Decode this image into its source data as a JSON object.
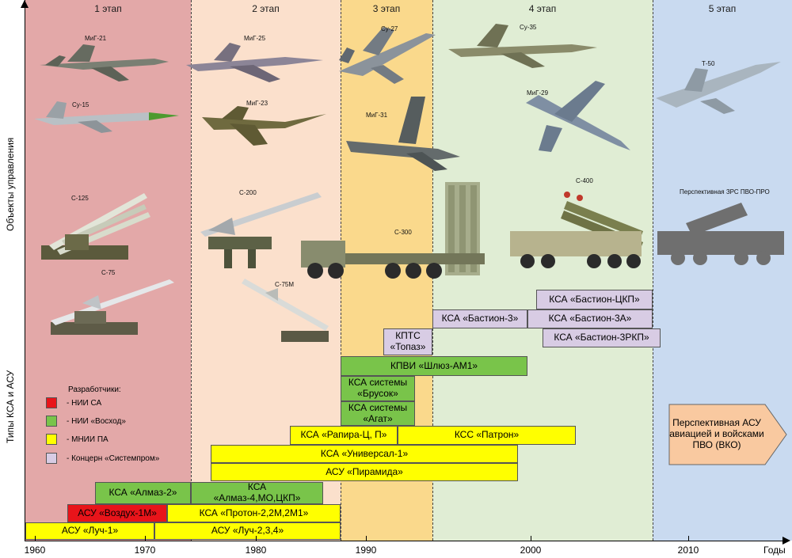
{
  "stages": [
    {
      "label": "1 этап"
    },
    {
      "label": "2 этап"
    },
    {
      "label": "3 этап"
    },
    {
      "label": "4 этап"
    },
    {
      "label": "5 этап"
    }
  ],
  "stage_colors": [
    "#e3a8a8",
    "#fbe0cc",
    "#fad98c",
    "#e0edd4",
    "#c9daf0"
  ],
  "axes": {
    "y_upper_label": "Объекты управления",
    "y_lower_label": "Типы КСА и АСУ",
    "x_unit": "Годы",
    "years": [
      "1960",
      "1970",
      "1980",
      "1990",
      "2000",
      "2010"
    ]
  },
  "objects": [
    {
      "label": "МиГ-21",
      "icon": "fighter-jet-icon"
    },
    {
      "label": "Су-15",
      "icon": "fighter-jet-icon"
    },
    {
      "label": "С-125",
      "icon": "missile-launcher-icon"
    },
    {
      "label": "С-75",
      "icon": "missile-launcher-icon"
    },
    {
      "label": "МиГ-25",
      "icon": "fighter-jet-icon"
    },
    {
      "label": "МиГ-23",
      "icon": "fighter-jet-icon"
    },
    {
      "label": "С-200",
      "icon": "missile-launcher-icon"
    },
    {
      "label": "С-75М",
      "icon": "missile-launcher-icon"
    },
    {
      "label": "Су-27",
      "icon": "fighter-jet-icon"
    },
    {
      "label": "МиГ-31",
      "icon": "fighter-jet-icon"
    },
    {
      "label": "С-300",
      "icon": "missile-truck-icon"
    },
    {
      "label": "Су-35",
      "icon": "fighter-jet-icon"
    },
    {
      "label": "МиГ-29",
      "icon": "fighter-jet-icon"
    },
    {
      "label": "С-400",
      "icon": "missile-truck-icon"
    },
    {
      "label": "Т-50",
      "icon": "fighter-jet-icon"
    },
    {
      "label": "Перспективная ЗРС ПВО-ПРО",
      "icon": "missile-truck-silhouette-icon"
    }
  ],
  "legend": {
    "title": "Разработчики:",
    "items": [
      {
        "label": "- НИИ СА",
        "color": "#e8141a"
      },
      {
        "label": "- НИИ «Восход»",
        "color": "#79c44a"
      },
      {
        "label": "- МНИИ ПА",
        "color": "#ffff00"
      },
      {
        "label": "- Концерн «Системпром»",
        "color": "#d8cce4"
      }
    ]
  },
  "systems": [
    {
      "label": "КСА «Бастион-ЦКП»",
      "developer": "Концерн «Системпром»"
    },
    {
      "label": "КСА «Бастион-3»",
      "developer": "Концерн «Системпром»"
    },
    {
      "label": "КСА «Бастион-3А»",
      "developer": "Концерн «Системпром»"
    },
    {
      "label": "КПТС «Топаз»",
      "developer": "Концерн «Системпром»"
    },
    {
      "label": "КСА «Бастион-3РКП»",
      "developer": "Концерн «Системпром»"
    },
    {
      "label": "КПВИ «Шлюз-АМ1»",
      "developer": "НИИ «Восход»"
    },
    {
      "label": "КСА системы «Брусок»",
      "developer": "НИИ «Восход»"
    },
    {
      "label": "КСА системы «Агат»",
      "developer": "НИИ «Восход»"
    },
    {
      "label": "КСА «Рапира-Ц, П»",
      "developer": "МНИИ ПА"
    },
    {
      "label": "КСС «Патрон»",
      "developer": "МНИИ ПА"
    },
    {
      "label": "КСА «Универсал-1»",
      "developer": "МНИИ ПА"
    },
    {
      "label": "АСУ «Пирамида»",
      "developer": "МНИИ ПА"
    },
    {
      "label": "КСА «Алмаз-2»",
      "developer": "НИИ «Восход»"
    },
    {
      "label": "КСА «Алмаз-4,МО,ЦКП»",
      "developer": "НИИ «Восход»"
    },
    {
      "label": "АСУ «Воздух-1М»",
      "developer": "НИИ СА"
    },
    {
      "label": "КСА «Протон-2,2М,2М1»",
      "developer": "МНИИ ПА"
    },
    {
      "label": "АСУ «Луч-1»",
      "developer": "МНИИ ПА"
    },
    {
      "label": "АСУ «Луч-2,3,4»",
      "developer": "МНИИ ПА"
    }
  ],
  "future": {
    "label": "Перспективная АСУ авиацией и войсками ПВО (ВКО)",
    "color": "#f9c9a0"
  }
}
